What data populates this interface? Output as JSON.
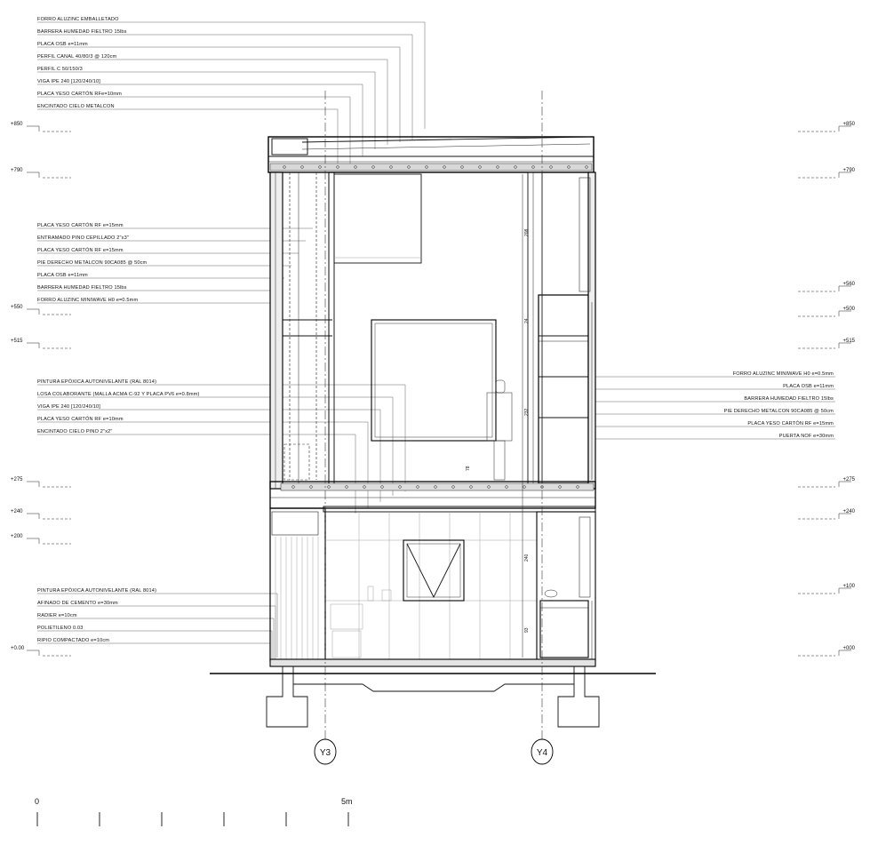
{
  "labels_top_left": [
    "FORRO ALUZINC EMBALLETADO",
    "BARRERA HUMEDAD FIELTRO 15lbs",
    "PLACA OSB e=11mm",
    "PERFIL CANAL 40/80/3 @ 120cm",
    "PERFIL C 50/150/3",
    "VIGA IPE 240 [120/240/10]",
    "PLACA YESO CARTÓN RFe=10mm",
    "ENCINTADO CIELO METALCON"
  ],
  "labels_mid_left": [
    "PLACA YESO CARTÓN RF e=15mm",
    "ENTRAMADO PINO CEPILLADO 2\"x3\"",
    "PLACA YESO CARTÓN RF e=15mm",
    "PIE DERECHO METALCON 90CA085 @ 50cm",
    "PLACA OSB e=11mm",
    "BARRERA HUMEDAD FIELTRO 15lbs",
    "FORRO ALUZINC MINIWAVE H0 e=0.5mm"
  ],
  "labels_slab_left": [
    "PINTURA EPÓXICA AUTONIVELANTE (RAL 8014)",
    "LOSA COLABORANTE (MALLA ACMA C-92 Y PLACA PV6 e=0.8mm)",
    "VIGA IPE 240 [120/240/10]",
    "PLACA YESO CARTÓN RF e=10mm",
    "ENCINTADO CIELO PINO 2\"x2\""
  ],
  "labels_floor_left": [
    "PINTURA EPÓXICA AUTONIVELANTE (RAL 8014)",
    "AFINADO DE CEMENTO e=30mm",
    "RADIER e=10cm",
    "POLIETILENO 0.03",
    "RIPIO COMPACTADO e=10cm"
  ],
  "labels_right": [
    "FORRO ALUZINC MINIWAVE H0 e=0.5mm",
    "PLACA OSB e=11mm",
    "BARRERA HUMEDAD FIELTRO 15lbs",
    "PIE DERECHO METALCON 90CA085 @ 50cm",
    "PLACA YESO CARTÓN RF e=15mm",
    "PUERTA NOF e=30mm"
  ],
  "levels_left": [
    "+850",
    "+790",
    "+550",
    "+515",
    "+275",
    "+240",
    "+200",
    "+0.00"
  ],
  "levels_right": [
    "+850",
    "+790",
    "+560",
    "+500",
    "+515",
    "+275",
    "+240",
    "+100",
    "+000"
  ],
  "dimensions": [
    "208",
    "24",
    "232",
    "78",
    "240",
    "93"
  ],
  "axes": [
    "Y3",
    "Y4"
  ],
  "scale": {
    "start": "0",
    "end": "5m"
  }
}
